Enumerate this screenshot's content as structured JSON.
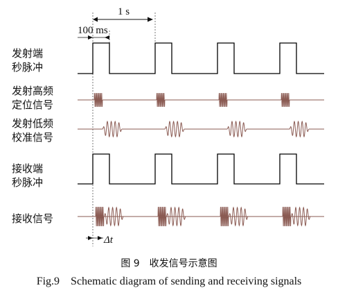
{
  "annotations": {
    "period": "1 s",
    "pulse_width": "100 ms",
    "delay": "Δt"
  },
  "rows": [
    {
      "id": "tx-pps",
      "label_line1": "发射端",
      "label_line2": "秒脉冲",
      "kind": "pulse",
      "color": "#000000"
    },
    {
      "id": "tx-hf",
      "label_line1": "发射高频",
      "label_line2": "定位信号",
      "kind": "hf",
      "color": "#8a5a52"
    },
    {
      "id": "tx-lf",
      "label_line1": "发射低频",
      "label_line2": "校准信号",
      "kind": "lf",
      "color": "#8a5a52"
    },
    {
      "id": "rx-pps",
      "label_line1": "接收端",
      "label_line2": "秒脉冲",
      "kind": "pulse",
      "color": "#000000"
    },
    {
      "id": "rx-signal",
      "label_line1": "接收信号",
      "label_line2": "",
      "kind": "combo",
      "color": "#8a5a52"
    }
  ],
  "caption_cn": "图 9　收发信号示意图",
  "caption_en": "Fig.9　Schematic diagram of sending and receiving signals"
}
